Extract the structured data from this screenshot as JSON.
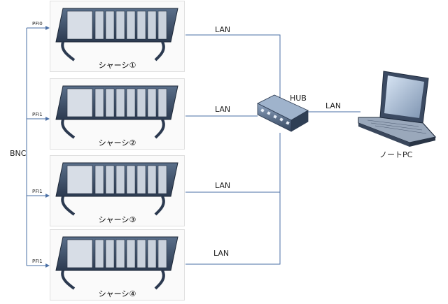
{
  "diagram": {
    "trigger_label": "BNC",
    "chassis": [
      {
        "pfi": "PFI0",
        "name": "シャーシ①",
        "link": "LAN"
      },
      {
        "pfi": "PFI1",
        "name": "シャーシ②",
        "link": "LAN"
      },
      {
        "pfi": "PFI1",
        "name": "シャーシ③",
        "link": "LAN"
      },
      {
        "pfi": "PFI1",
        "name": "シャーシ④",
        "link": "LAN"
      }
    ],
    "hub": {
      "label": "HUB",
      "link": "LAN"
    },
    "laptop": {
      "label": "ノートPC"
    }
  }
}
